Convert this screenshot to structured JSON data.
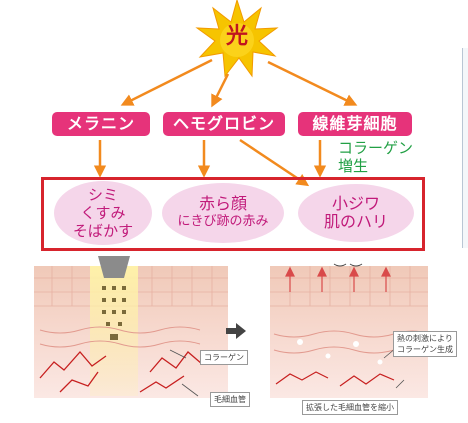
{
  "light": {
    "label": "光"
  },
  "targets": [
    {
      "label": "メラニン"
    },
    {
      "label": "ヘモグロビン"
    },
    {
      "label": "線維芽細胞"
    }
  ],
  "collagen_note": {
    "line1": "コラーゲン",
    "line2": "増生"
  },
  "effects": [
    {
      "line1": "シミ",
      "line2": "くすみ",
      "line3": "そばかす"
    },
    {
      "line1": "赤ら顔",
      "line2": "にきび跡の赤み"
    },
    {
      "line1": "小ジワ",
      "line2": "肌のハリ"
    }
  ],
  "illustration": {
    "left_labels": {
      "collagen": "コラーゲン",
      "capillary": "毛細血管"
    },
    "right_labels": {
      "heat_line1": "熱の刺激により",
      "heat_line2": "コラーゲン生成",
      "vessel": "拡張した毛細血管を縮小"
    }
  },
  "colors": {
    "sun": "#f6c400",
    "tag": "#e6337a",
    "arrow": "#f28a1e",
    "frame": "#d7242d",
    "ellipse": "#f5d6ea",
    "green_text": "#22a045"
  }
}
